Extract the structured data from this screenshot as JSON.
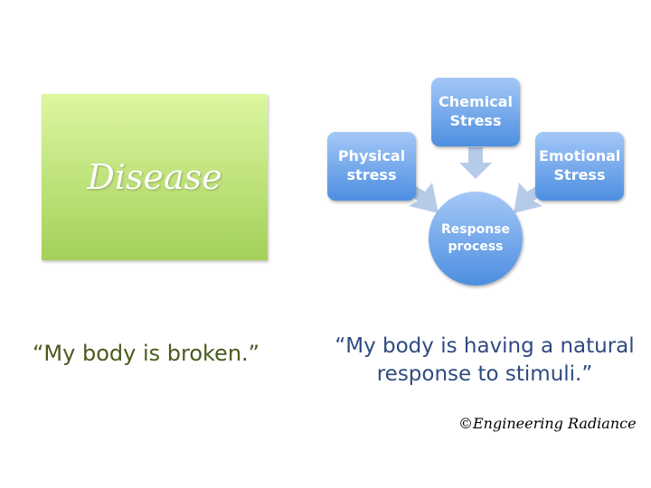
{
  "left": {
    "box_label": "Disease",
    "quote": "“My body is broken.”"
  },
  "right": {
    "nodes": {
      "physical": "Physical stress",
      "chemical": "Chemical Stress",
      "emotional": "Emotional Stress",
      "center": "Response process"
    },
    "quote": "“My body is having a natural response to stimuli.”"
  },
  "copyright": "©Engineering Radiance"
}
